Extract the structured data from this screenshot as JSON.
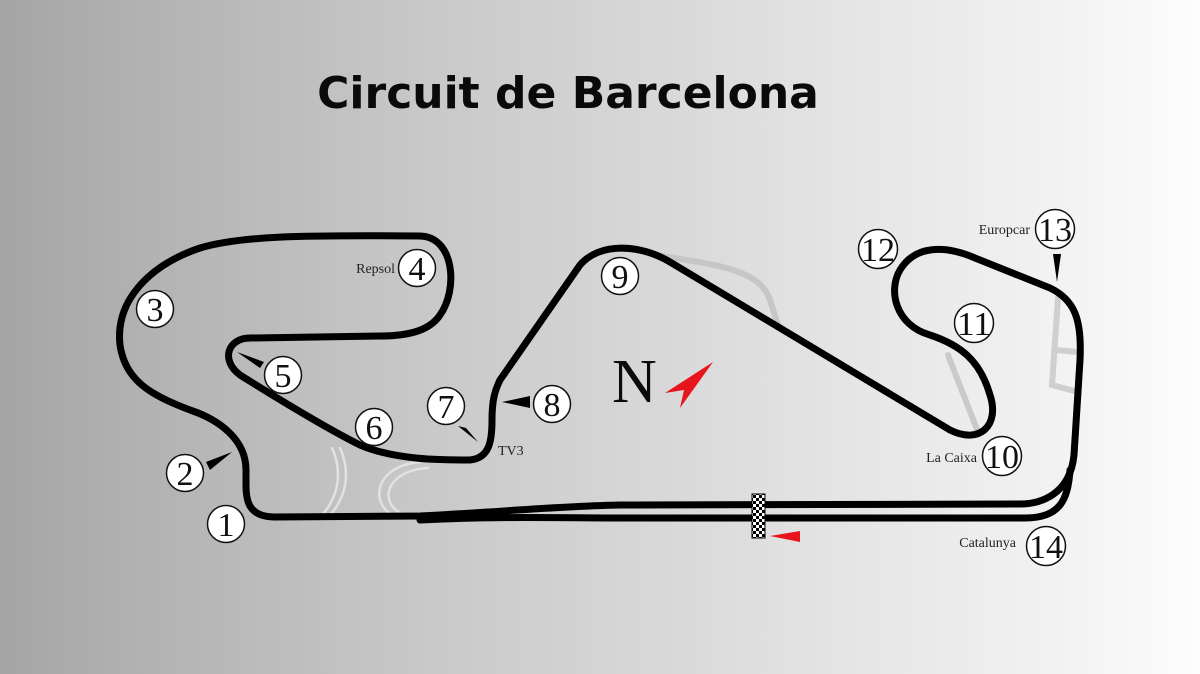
{
  "title": "Circuit de Barcelona",
  "compass": {
    "letter": "N",
    "arrow_color": "#e8141b"
  },
  "colors": {
    "track": "#000000",
    "runoff": "#e4e4e4",
    "runoff_right": "#c8c8c8",
    "start_arrow": "#e8141b",
    "background_left": "#a5a5a5",
    "background_right": "#fdfdfd"
  },
  "turns": [
    {
      "number": "1",
      "label": ""
    },
    {
      "number": "2",
      "label": ""
    },
    {
      "number": "3",
      "label": ""
    },
    {
      "number": "4",
      "label": "Repsol"
    },
    {
      "number": "5",
      "label": ""
    },
    {
      "number": "6",
      "label": ""
    },
    {
      "number": "7",
      "label": ""
    },
    {
      "number": "8",
      "label": ""
    },
    {
      "number": "9",
      "label": ""
    },
    {
      "number": "10",
      "label": "La Caixa"
    },
    {
      "number": "11",
      "label": ""
    },
    {
      "number": "12",
      "label": ""
    },
    {
      "number": "13",
      "label": "Europcar"
    },
    {
      "number": "14",
      "label": "Catalunya"
    }
  ],
  "corner_labels": {
    "tv3": "TV3"
  }
}
